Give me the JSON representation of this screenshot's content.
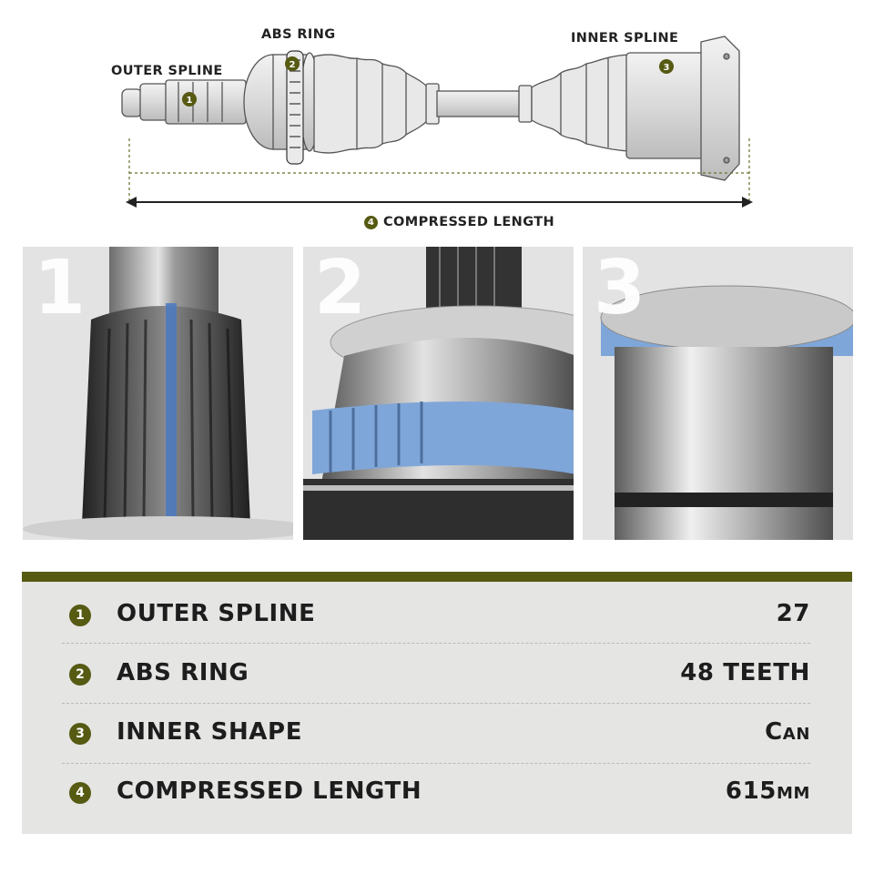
{
  "diagram": {
    "callouts": [
      {
        "number": "1",
        "label": "OUTER SPLINE"
      },
      {
        "number": "2",
        "label": "ABS RING"
      },
      {
        "number": "3",
        "label": "INNER SPLINE"
      },
      {
        "number": "4",
        "label": "COMPRESSED LENGTH"
      }
    ]
  },
  "panels": [
    {
      "number": "1",
      "subject": "outer-spline-closeup"
    },
    {
      "number": "2",
      "subject": "abs-ring-closeup"
    },
    {
      "number": "3",
      "subject": "inner-can-closeup"
    }
  ],
  "specs": {
    "rows": [
      {
        "number": "1",
        "name": "OUTER SPLINE",
        "value": "27"
      },
      {
        "number": "2",
        "name": "ABS RING",
        "value": "48 TEETH"
      },
      {
        "number": "3",
        "name": "INNER SHAPE",
        "value": "Can"
      },
      {
        "number": "4",
        "name": "COMPRESSED LENGTH",
        "value": "615mm"
      }
    ]
  },
  "colors": {
    "accent": "#565a12",
    "abs_blue": "#7fa6d8",
    "panel_bg": "#e3e3e3",
    "table_bg": "#e5e5e4"
  }
}
